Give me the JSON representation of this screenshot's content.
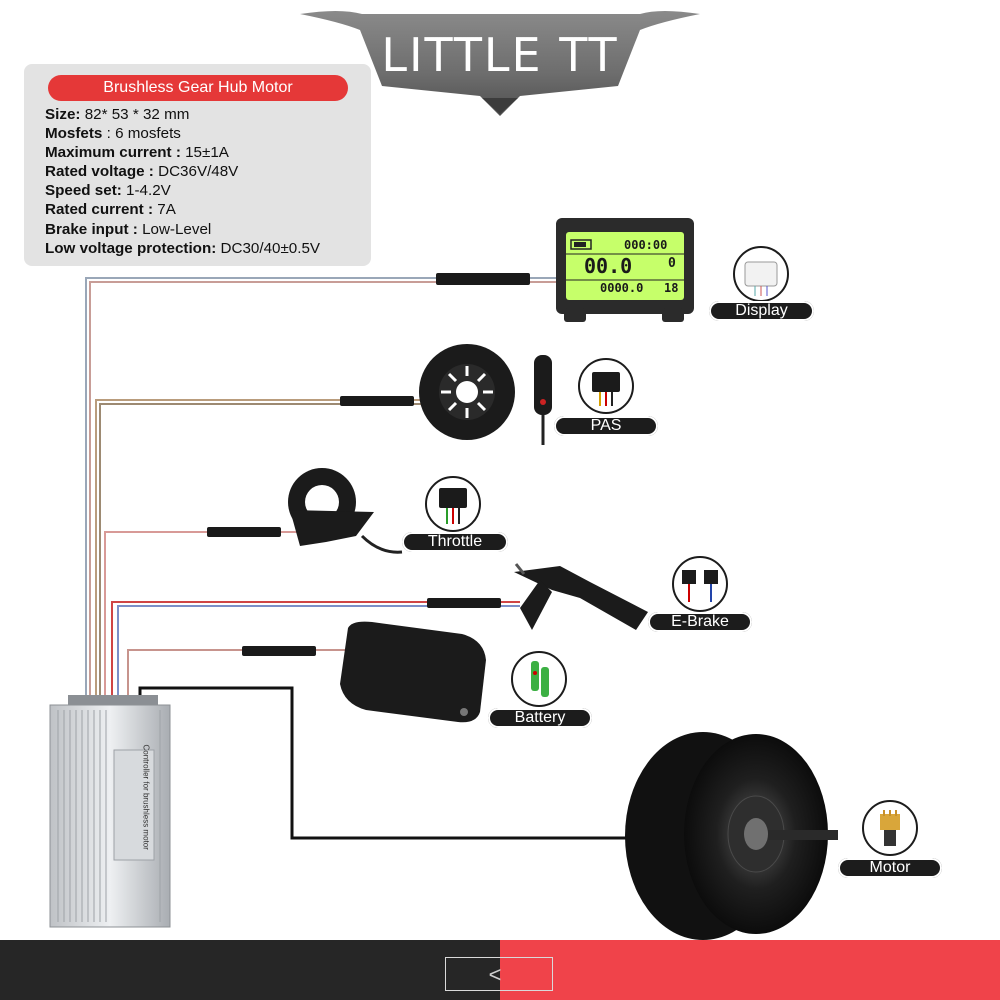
{
  "brand": {
    "name": "LITTLE TT"
  },
  "specs": {
    "title": "Brushless Gear Hub Motor",
    "rows": [
      {
        "key": "Size:",
        "value": "82* 53 * 32 mm"
      },
      {
        "key": "Mosfets",
        "value": ": 6 mosfets"
      },
      {
        "key": "Maximum current :",
        "value": "15±1A"
      },
      {
        "key": "Rated voltage :",
        "value": "DC36V/48V"
      },
      {
        "key": "Speed set:",
        "value": "1-4.2V"
      },
      {
        "key": "Rated current :",
        "value": "7A"
      },
      {
        "key": "Brake input :",
        "value": "Low-Level"
      },
      {
        "key": "Low voltage protection:",
        "value": "DC30/40±0.5V"
      }
    ]
  },
  "components": {
    "display": "Display",
    "pas": "PAS",
    "throttle": "Throttle",
    "ebrake": "E-Brake",
    "battery": "Battery",
    "motor": "Motor"
  },
  "lcd": {
    "top_readout": "000:00",
    "speed": "00.0",
    "level": "0",
    "odo": "0000.0",
    "temp": "18"
  },
  "controller": {
    "label": "Controller for brushless motor"
  },
  "nav": {
    "prev_glyph": "<"
  },
  "colors": {
    "accent_red": "#e53838",
    "bar_dark": "#262626",
    "bar_red": "#f0434a",
    "label_dark": "#1c1c1c",
    "panel_gray": "#e3e3e3"
  }
}
